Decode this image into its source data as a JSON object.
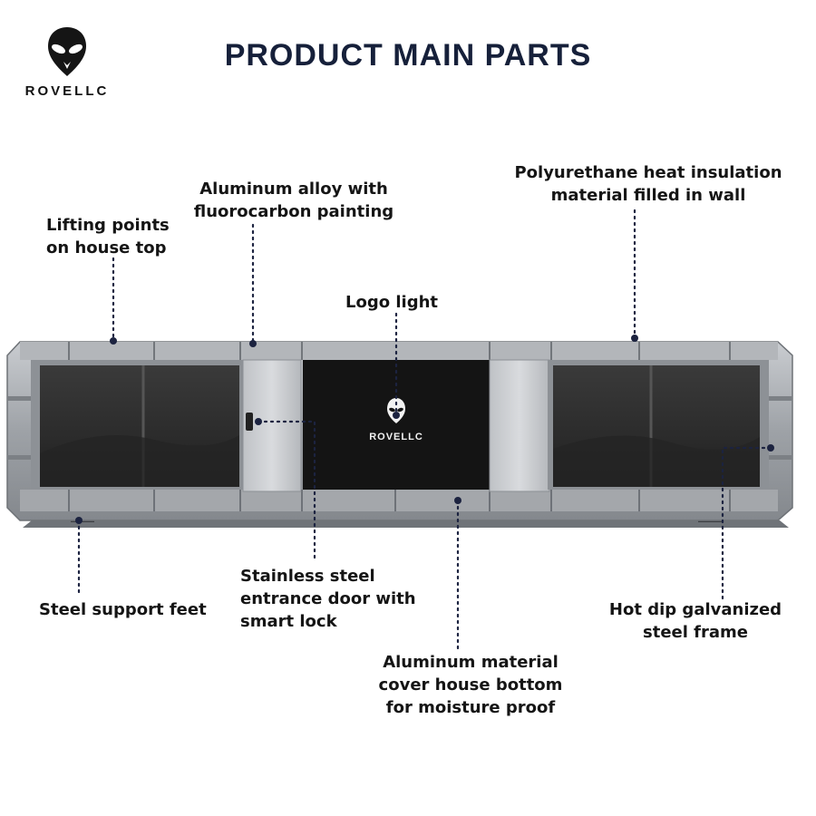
{
  "brand": {
    "name": "ROVELLC"
  },
  "title": "PRODUCT MAIN PARTS",
  "callouts": {
    "lifting_points": [
      "Lifting points",
      "on house top"
    ],
    "aluminum_alloy": [
      "Aluminum alloy with",
      "fluorocarbon painting"
    ],
    "polyurethane": [
      "Polyurethane heat insulation",
      "material filled in wall"
    ],
    "logo_light": [
      "Logo light"
    ],
    "support_feet": [
      "Steel support feet"
    ],
    "entrance_door": [
      "Stainless steel",
      "entrance door with",
      "smart lock"
    ],
    "steel_frame": [
      "Hot dip galvanized",
      "steel frame"
    ],
    "bottom_cover": [
      "Aluminum material",
      "cover house bottom",
      "for moisture proof"
    ]
  },
  "house": {
    "panel_logo": "ROVELLC"
  },
  "colors": {
    "title": "#16203a",
    "frame": "#a9acb0",
    "glass": "#2e2e2e",
    "panel": "#141414",
    "leader": "#1c2340"
  }
}
